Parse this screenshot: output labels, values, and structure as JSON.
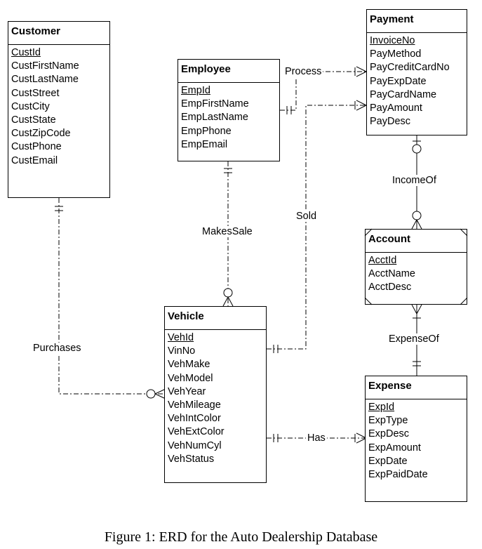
{
  "entities": {
    "customer": {
      "title": "Customer",
      "pk": "CustId",
      "attrs": [
        "CustFirstName",
        "CustLastName",
        "CustStreet",
        "CustCity",
        "CustState",
        "CustZipCode",
        "CustPhone",
        "CustEmail"
      ]
    },
    "employee": {
      "title": "Employee",
      "pk": "EmpId",
      "attrs": [
        "EmpFirstName",
        "EmpLastName",
        "EmpPhone",
        "EmpEmail"
      ]
    },
    "payment": {
      "title": "Payment",
      "pk": "InvoiceNo",
      "attrs": [
        "PayMethod",
        "PayCreditCardNo",
        "PayExpDate",
        "PayCardName",
        "PayAmount",
        "PayDesc"
      ]
    },
    "account": {
      "title": "Account",
      "pk": "AcctId",
      "attrs": [
        "AcctName",
        "AcctDesc"
      ]
    },
    "vehicle": {
      "title": "Vehicle",
      "pk": "VehId",
      "attrs": [
        "VinNo",
        "VehMake",
        "VehModel",
        "VehYear",
        "VehMileage",
        "VehIntColor",
        "VehExtColor",
        "VehNumCyl",
        "VehStatus"
      ]
    },
    "expense": {
      "title": "Expense",
      "pk": "ExpId",
      "attrs": [
        "ExpType",
        "ExpDesc",
        "ExpAmount",
        "ExpDate",
        "ExpPaidDate"
      ]
    }
  },
  "relationships": {
    "process": "Process",
    "sold": "Sold",
    "makes_sale": "MakesSale",
    "income_of": "IncomeOf",
    "expense_of": "ExpenseOf",
    "purchases": "Purchases",
    "has": "Has"
  },
  "caption": "Figure 1: ERD for the Auto Dealership Database"
}
